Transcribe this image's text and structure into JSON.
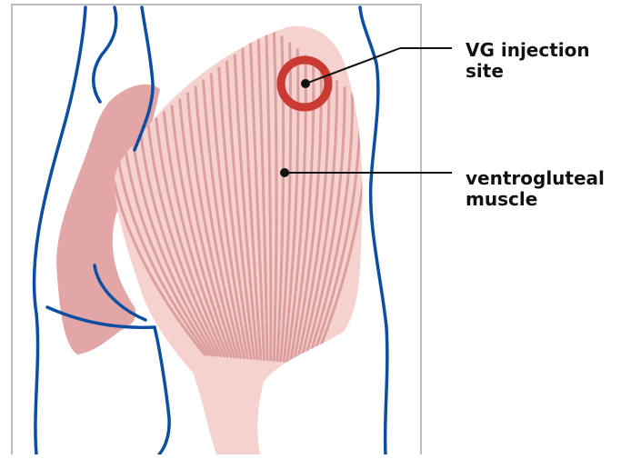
{
  "labels": {
    "injection_site": [
      "VG injection",
      "site"
    ],
    "muscle": [
      "ventrogluteal",
      "muscle"
    ]
  },
  "colors": {
    "outline": "#0b4ea2",
    "frame": "#bdbdbd",
    "muscle_fill": "#f5d2cd",
    "muscle_striation": "#dc9f9f",
    "adjacent_muscle": "#e3a6a6",
    "injection_ring": "#c93a33",
    "leader_line": "#111111"
  }
}
